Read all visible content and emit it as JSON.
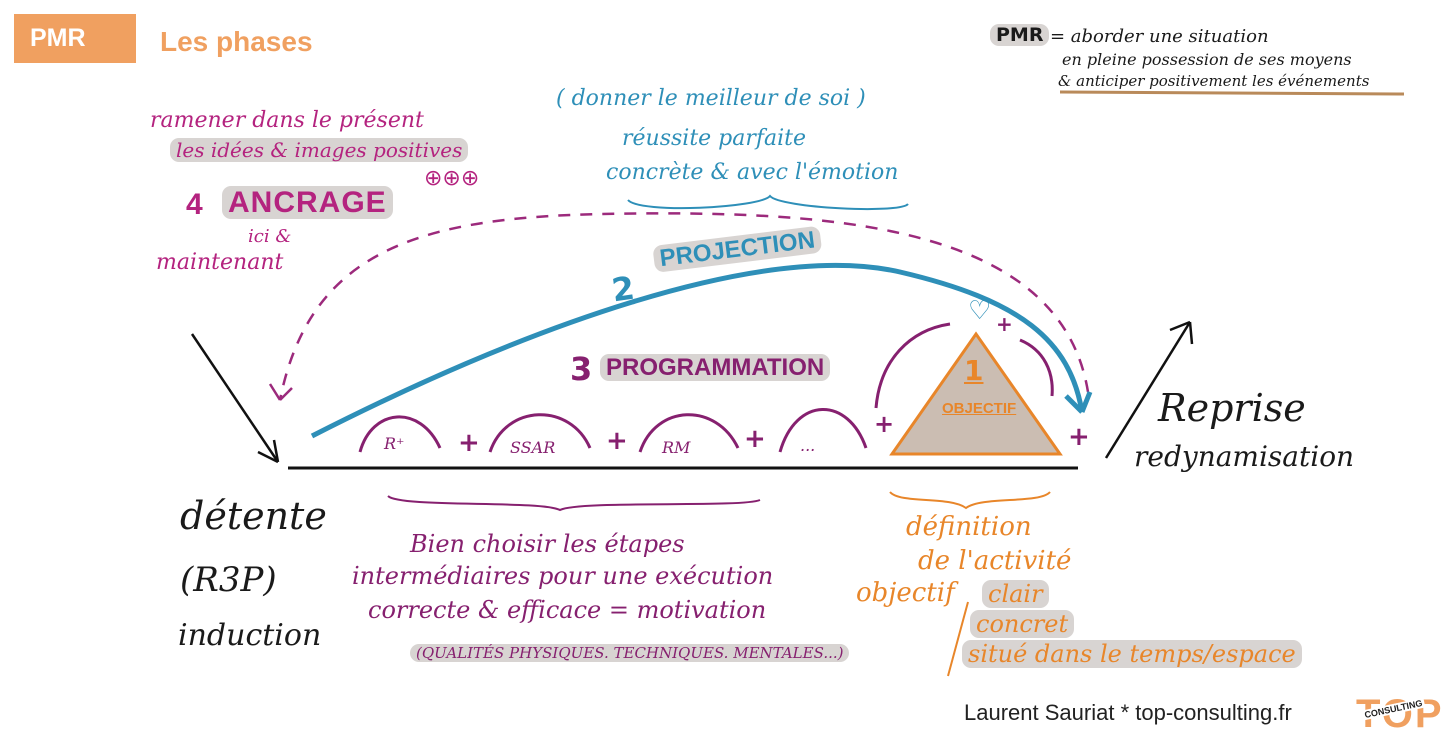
{
  "header": {
    "badge": "PMR",
    "title": "Les phases"
  },
  "definition": {
    "term": "PMR",
    "line1": "= aborder une situation",
    "line2": "en pleine possession de ses moyens",
    "line3": "& anticiper positivement les événements"
  },
  "ancrage": {
    "line1": "ramener dans le présent",
    "line2": "les idées & images positives",
    "number": "4",
    "title": "ANCRAGE",
    "sub1": "ici &",
    "sub2": "maintenant",
    "plus_marks": "⊕⊕⊕"
  },
  "projection": {
    "line1": "( donner le meilleur de soi )",
    "line2": "réussite parfaite",
    "line3": "concrète & avec l'émotion",
    "number": "2",
    "title": "PROJECTION"
  },
  "programmation": {
    "number": "3",
    "title": "PROGRAMMATION"
  },
  "steps": {
    "s1": "R⁺",
    "s2": "SSAR",
    "s3": "RM",
    "s4": "...",
    "plus": "+"
  },
  "objectif": {
    "number": "1",
    "title": "OBJECTIF",
    "heart": "♡",
    "plus": "+"
  },
  "detente": {
    "line1": "détente",
    "line2": "(R3P)",
    "line3": "induction"
  },
  "reprise": {
    "line1": "Reprise",
    "line2": "redynamisation"
  },
  "etapes": {
    "line1": "Bien choisir les étapes",
    "line2": "intermédiaires pour une exécution",
    "line3": "correcte & efficace = motivation",
    "line4": "(QUALITÉS PHYSIQUES. TECHNIQUES. MENTALES...)"
  },
  "definition_activite": {
    "line1": "définition",
    "line2": "de l'activité",
    "line3": "objectif",
    "item1": "clair",
    "item2": "concret",
    "item3": "situé dans le temps/espace"
  },
  "footer": {
    "author": "Laurent Sauriat",
    "sep": "*",
    "site": "top-consulting.fr",
    "logo_big": "TOP",
    "logo_small": "CONSULTING"
  },
  "colors": {
    "orange": "#f0a060",
    "magenta": "#b4237f",
    "purple": "#86206f",
    "blue": "#2e8fb8",
    "dark_orange": "#e8862a",
    "grey_highlight": "#d8d4d2"
  }
}
